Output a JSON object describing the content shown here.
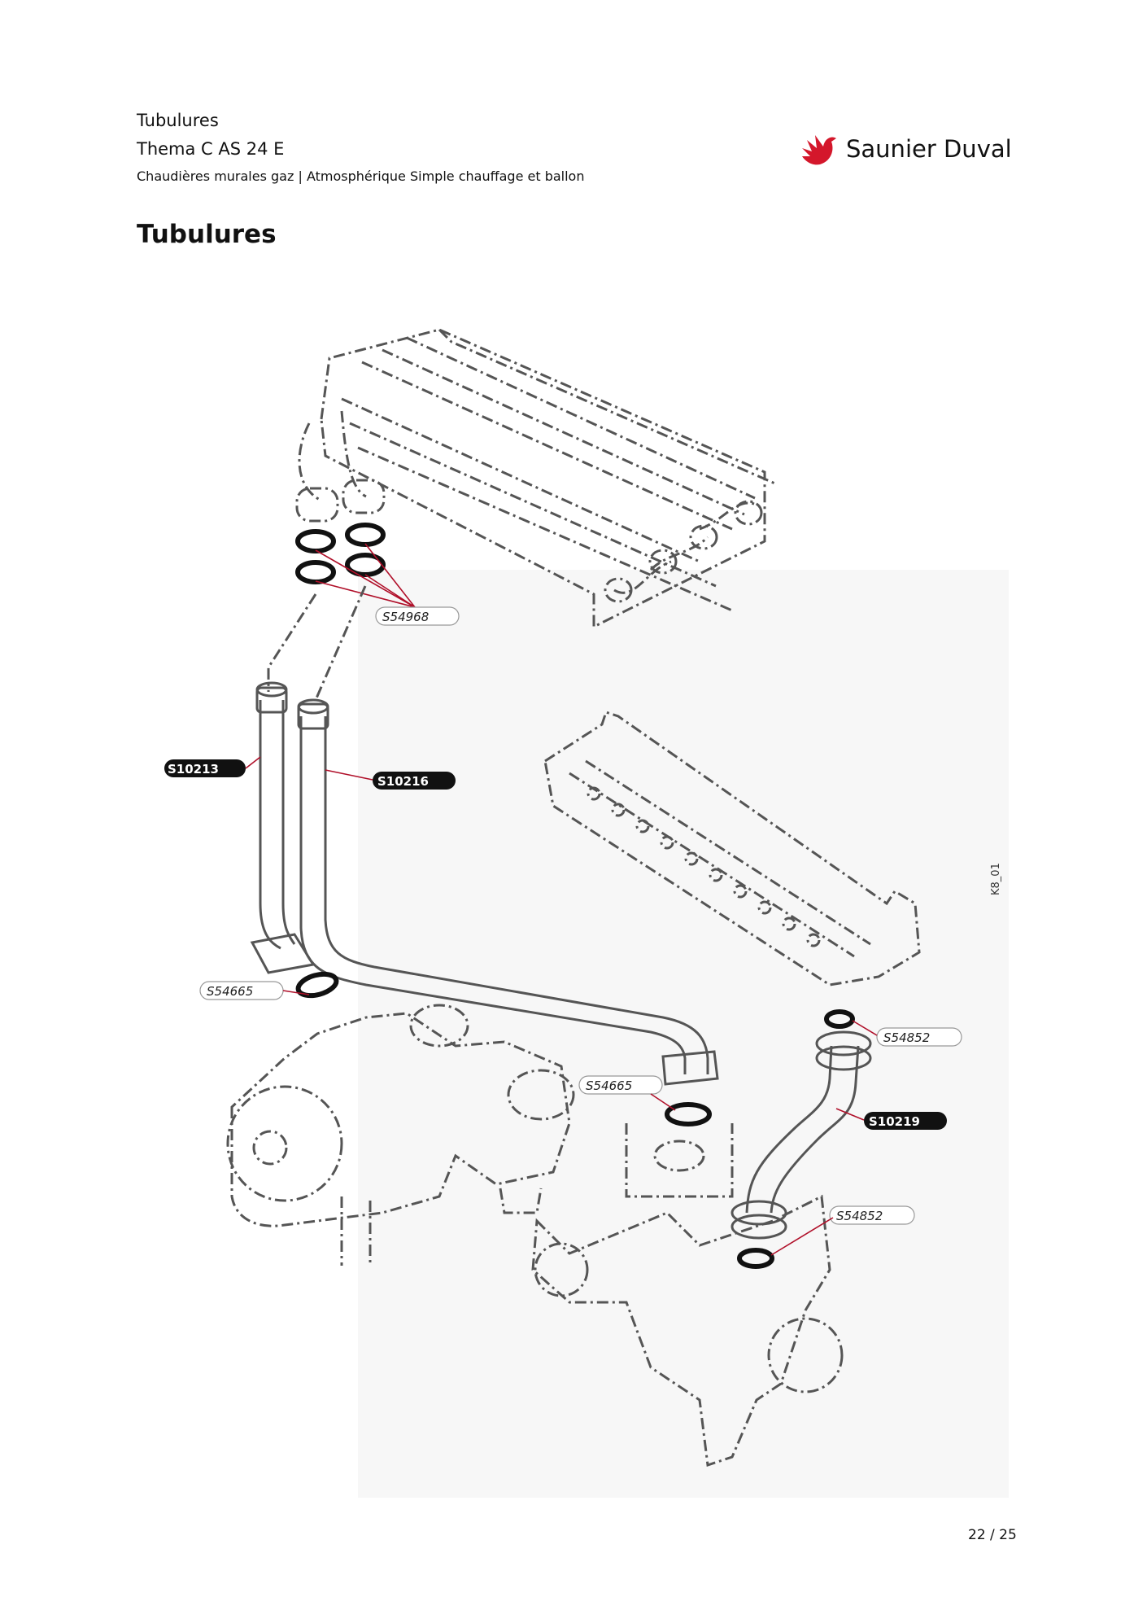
{
  "header": {
    "section": "Tubulures",
    "model": "Thema C AS 24 E",
    "category": "Chaudières murales gaz | Atmosphérique Simple chauffage et ballon"
  },
  "brand": {
    "name": "Saunier Duval",
    "color": "#d4172b"
  },
  "page_title": "Tubulures",
  "figure": {
    "code": "K8_01",
    "labels": {
      "s54968": "S54968",
      "s10213": "S10213",
      "s10216": "S10216",
      "s54665_a": "S54665",
      "s54665_b": "S54665",
      "s54852_a": "S54852",
      "s10219": "S10219",
      "s54852_b": "S54852"
    }
  },
  "footer": {
    "page": "22 / 25"
  }
}
